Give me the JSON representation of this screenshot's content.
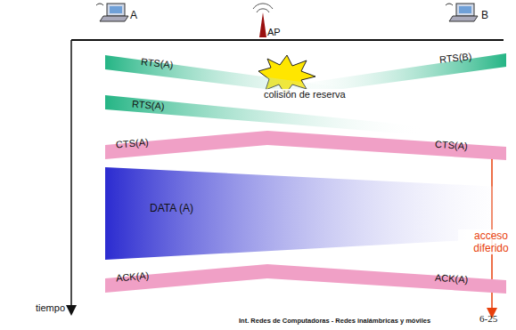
{
  "diagram": {
    "nodes": [
      {
        "text": [
          "RTS(A)"
        ]
      },
      {
        "text": [
          "RTS(B)"
        ]
      },
      {
        "text": [
          "RTS(A)"
        ]
      },
      {
        "text": [
          "CTS(A)",
          "CTS(A)"
        ]
      },
      {
        "text": [
          "DATA (A)"
        ]
      },
      {
        "text": [
          "ACK(A)",
          "ACK(A)"
        ]
      }
    ],
    "edges": [],
    "labels": [
      "A",
      "AP",
      "B",
      "colisión de reserva",
      "tiempo",
      "acceso diferido",
      "Int. Redes de Computadoras - Redes inalámbricas y móviles",
      "6-25"
    ]
  }
}
